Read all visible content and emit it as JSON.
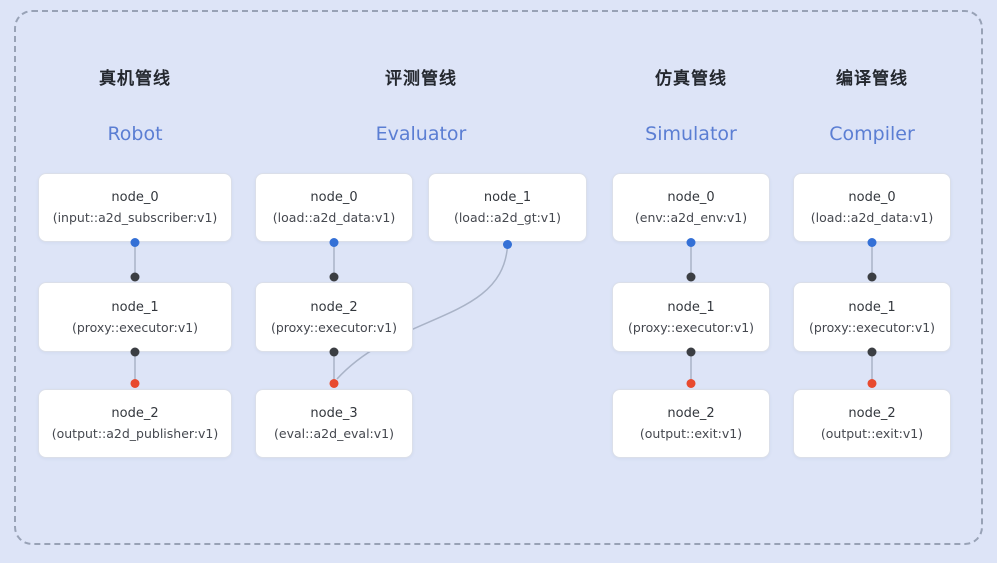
{
  "pipelines": [
    {
      "title_zh": "真机管线",
      "title_en": "Robot",
      "nodes": [
        {
          "name": "node_0",
          "type": "(input::a2d_subscriber:v1)"
        },
        {
          "name": "node_1",
          "type": "(proxy::executor:v1)"
        },
        {
          "name": "node_2",
          "type": "(output::a2d_publisher:v1)"
        }
      ]
    },
    {
      "title_zh": "评测管线",
      "title_en": "Evaluator",
      "nodes": [
        {
          "name": "node_0",
          "type": "(load::a2d_data:v1)"
        },
        {
          "name": "node_1",
          "type": "(load::a2d_gt:v1)"
        },
        {
          "name": "node_2",
          "type": "(proxy::executor:v1)"
        },
        {
          "name": "node_3",
          "type": "(eval::a2d_eval:v1)"
        }
      ]
    },
    {
      "title_zh": "仿真管线",
      "title_en": "Simulator",
      "nodes": [
        {
          "name": "node_0",
          "type": "(env::a2d_env:v1)"
        },
        {
          "name": "node_1",
          "type": "(proxy::executor:v1)"
        },
        {
          "name": "node_2",
          "type": "(output::exit:v1)"
        }
      ]
    },
    {
      "title_zh": "编译管线",
      "title_en": "Compiler",
      "nodes": [
        {
          "name": "node_0",
          "type": "(load::a2d_data:v1)"
        },
        {
          "name": "node_1",
          "type": "(proxy::executor:v1)"
        },
        {
          "name": "node_2",
          "type": "(output::exit:v1)"
        }
      ]
    }
  ],
  "edges": [
    {
      "pipeline": "Robot",
      "from": "node_0",
      "to": "node_1"
    },
    {
      "pipeline": "Robot",
      "from": "node_1",
      "to": "node_2"
    },
    {
      "pipeline": "Evaluator",
      "from": "node_0",
      "to": "node_2"
    },
    {
      "pipeline": "Evaluator",
      "from": "node_1",
      "to": "node_3"
    },
    {
      "pipeline": "Evaluator",
      "from": "node_2",
      "to": "node_3"
    },
    {
      "pipeline": "Simulator",
      "from": "node_0",
      "to": "node_1"
    },
    {
      "pipeline": "Simulator",
      "from": "node_1",
      "to": "node_2"
    },
    {
      "pipeline": "Compiler",
      "from": "node_0",
      "to": "node_1"
    },
    {
      "pipeline": "Compiler",
      "from": "node_1",
      "to": "node_2"
    }
  ],
  "colors": {
    "background": "#dde4f7",
    "frame_dash": "#98a2b6",
    "node_bg": "#ffffff",
    "node_border": "#dbdfe9",
    "title_en": "#5b7ed3",
    "title_zh": "#24282f",
    "edge_line": "#a9b3c7",
    "port_output_blue": "#3470d6",
    "port_gray": "#3b3e43",
    "port_input_red": "#e84a2f"
  }
}
